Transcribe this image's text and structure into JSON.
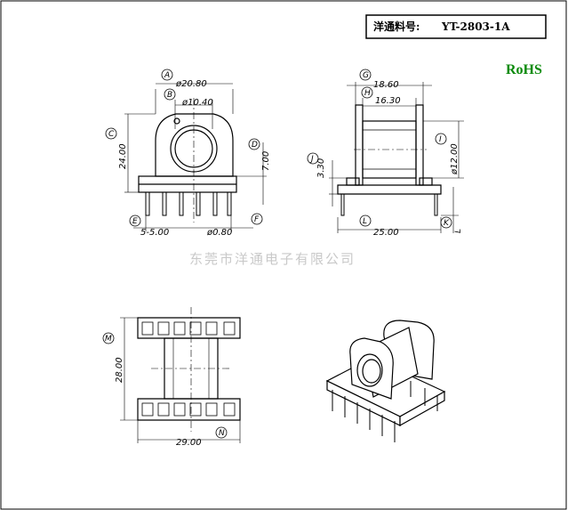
{
  "title_box": {
    "label": "洋通料号:",
    "part_no": "YT-2803-1A"
  },
  "rohs": "RoHS",
  "watermark": "东莞市洋通电子有限公司",
  "front_view": {
    "dims": {
      "A": "ø20.80",
      "B": "ø10.40",
      "C": "24.00",
      "D": "7.00",
      "E": "5-5.00",
      "F": "ø0.80"
    },
    "letters": [
      "A",
      "B",
      "C",
      "D",
      "E",
      "F"
    ]
  },
  "side_view": {
    "dims": {
      "G": "18.60",
      "H": "16.30",
      "I": "ø12.00",
      "J": "3.30",
      "L": "25.00"
    },
    "letters": [
      "G",
      "H",
      "I",
      "J",
      "K",
      "L"
    ]
  },
  "bottom_view": {
    "dims": {
      "M": "28.00",
      "N": "29.00"
    },
    "letters": [
      "M",
      "N"
    ]
  },
  "colors": {
    "rohs": "#0a8a0a",
    "watermark": "#c9c9c9",
    "line": "#000000"
  }
}
